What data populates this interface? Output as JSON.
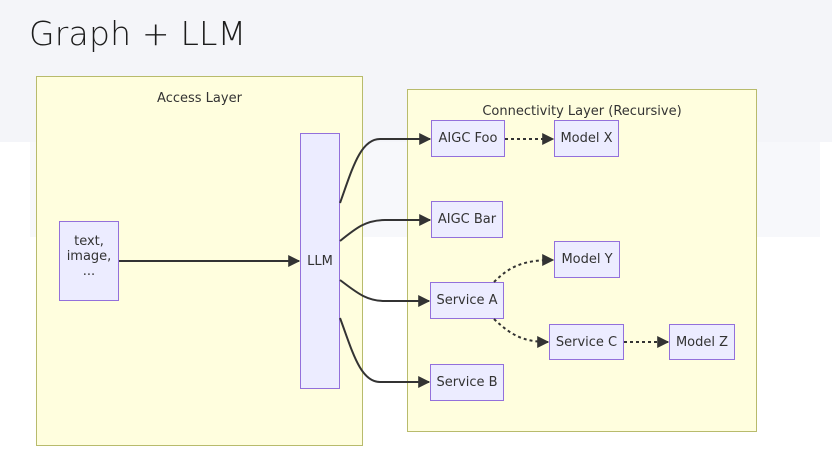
{
  "slide": {
    "title": "Graph + LLM"
  },
  "diagram": {
    "clusters": [
      {
        "id": "access",
        "label": "Access Layer"
      },
      {
        "id": "connectivity",
        "label": "Connectivity Layer (Recursive)"
      }
    ],
    "nodes": {
      "input": {
        "label": "text,\nimage,\n...",
        "cluster": "access"
      },
      "llm": {
        "label": "LLM",
        "cluster": "access"
      },
      "aigc_foo": {
        "label": "AIGC Foo",
        "cluster": "connectivity"
      },
      "aigc_bar": {
        "label": "AIGC Bar",
        "cluster": "connectivity"
      },
      "service_a": {
        "label": "Service A",
        "cluster": "connectivity"
      },
      "service_b": {
        "label": "Service B",
        "cluster": "connectivity"
      },
      "service_c": {
        "label": "Service C",
        "cluster": "connectivity"
      },
      "model_x": {
        "label": "Model X",
        "cluster": "connectivity"
      },
      "model_y": {
        "label": "Model Y",
        "cluster": "connectivity"
      },
      "model_z": {
        "label": "Model Z",
        "cluster": "connectivity"
      }
    },
    "edges": [
      {
        "from": "input",
        "to": "llm",
        "style": "solid"
      },
      {
        "from": "llm",
        "to": "aigc_foo",
        "style": "solid"
      },
      {
        "from": "llm",
        "to": "aigc_bar",
        "style": "solid"
      },
      {
        "from": "llm",
        "to": "service_a",
        "style": "solid"
      },
      {
        "from": "llm",
        "to": "service_b",
        "style": "solid"
      },
      {
        "from": "aigc_foo",
        "to": "model_x",
        "style": "dotted"
      },
      {
        "from": "service_a",
        "to": "model_y",
        "style": "dotted"
      },
      {
        "from": "service_a",
        "to": "service_c",
        "style": "dotted"
      },
      {
        "from": "service_c",
        "to": "model_z",
        "style": "dotted"
      }
    ],
    "colors": {
      "cluster_fill": "#fffede",
      "cluster_stroke": "#b8bb6c",
      "node_fill": "#ececff",
      "node_stroke": "#9370db",
      "edge": "#333333"
    }
  }
}
